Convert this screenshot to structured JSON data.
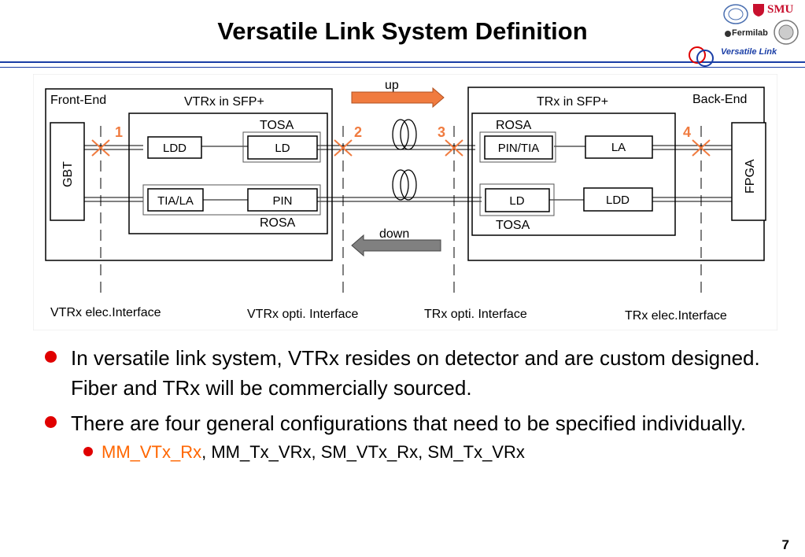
{
  "slide": {
    "title": "Versatile Link System Definition",
    "page_number": "7",
    "header_tag": "Versatile Link",
    "logos": [
      "CERN",
      "SMU",
      "Fermilab",
      "Oxford"
    ],
    "logo_text": {
      "smu": "SMU",
      "fermilab": "Fermilab"
    },
    "colors": {
      "accent_blue": "#1a3ea6",
      "bullet_red": "#e00000",
      "highlight_orange": "#ff6600"
    }
  },
  "diagram": {
    "front_end": "Front-End",
    "back_end": "Back-End",
    "vtrx": "VTRx in SFP+",
    "trx": "TRx in SFP+",
    "gbt": "GBT",
    "fpga": "FPGA",
    "up": "up",
    "down": "down",
    "left_tosa": "TOSA",
    "left_rosa": "ROSA",
    "right_rosa": "ROSA",
    "right_tosa": "TOSA",
    "blocks": {
      "ldd_left": "LDD",
      "ld_left": "LD",
      "tia_la": "TIA/LA",
      "pin_left": "PIN",
      "pin_tia": "PIN/TIA",
      "la": "LA",
      "ld_right": "LD",
      "ldd_right": "LDD"
    },
    "markers": [
      "1",
      "2",
      "3",
      "4"
    ],
    "interfaces": [
      "VTRx elec.Interface",
      "VTRx opti. Interface",
      "TRx opti. Interface",
      "TRx elec.Interface"
    ]
  },
  "bullets": [
    {
      "text": "In versatile link system, VTRx resides on detector and are custom designed. Fiber and TRx will be commercially sourced."
    },
    {
      "text": "There are four general configurations that need to be specified individually."
    }
  ],
  "sub_bullet": {
    "highlight": "MM_VTx_Rx",
    "rest": ", MM_Tx_VRx, SM_VTx_Rx, SM_Tx_VRx"
  }
}
